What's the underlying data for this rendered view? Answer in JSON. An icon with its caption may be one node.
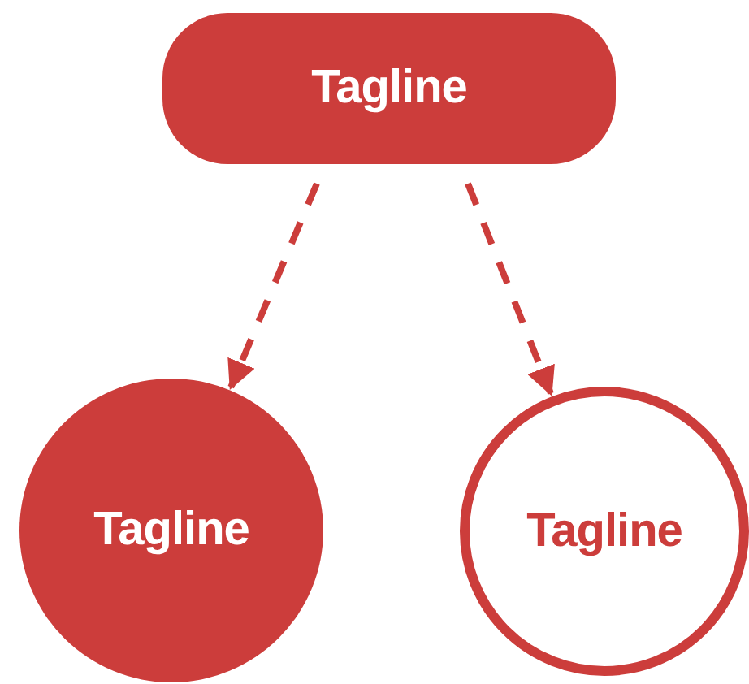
{
  "diagram": {
    "nodes": [
      {
        "text": [
          "Tagline"
        ]
      },
      {
        "text": [
          "Tagline"
        ]
      },
      {
        "text": [
          "Tagline"
        ]
      }
    ],
    "edges": [
      {
        "from": 0,
        "to": 1,
        "arrow": "to",
        "style": "dashed"
      },
      {
        "from": 0,
        "to": 2,
        "arrow": "to",
        "style": "dashed"
      }
    ]
  }
}
